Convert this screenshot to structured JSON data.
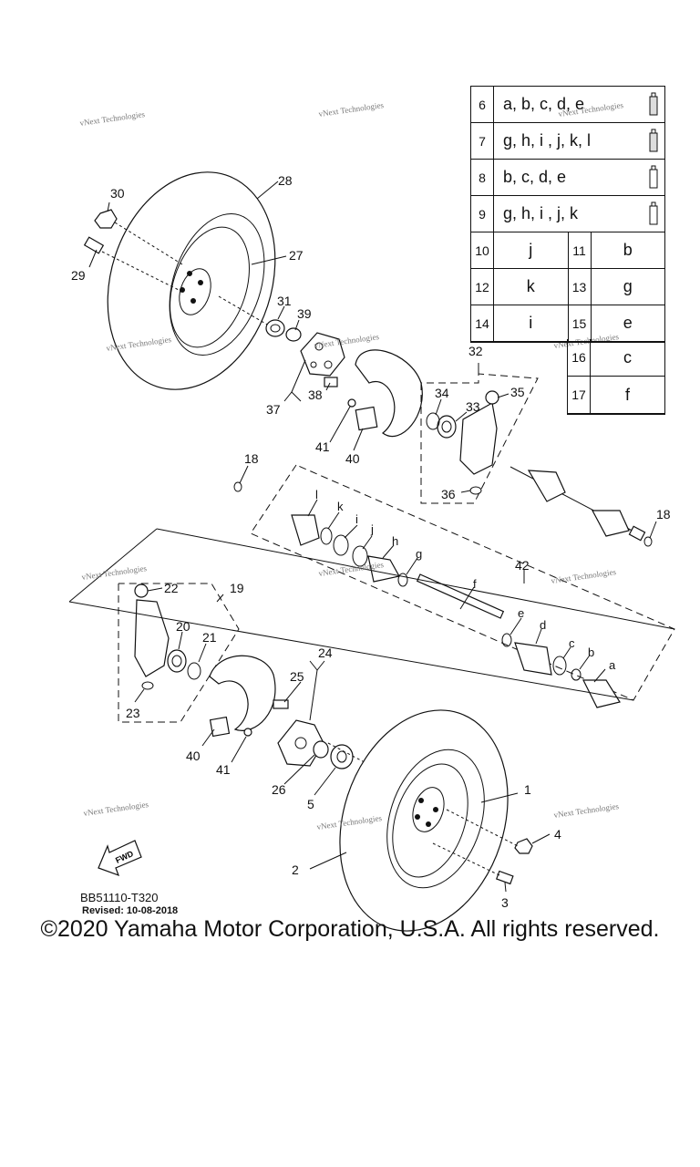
{
  "legend": {
    "rows": [
      {
        "num": "6",
        "parts": "a, b, c, d, e",
        "icon": "grease-tube-icon"
      },
      {
        "num": "7",
        "parts": "g, h, i , j, k, l",
        "icon": "grease-tube-icon"
      },
      {
        "num": "8",
        "parts": "b, c, d, e",
        "icon": "grease-tube-icon"
      },
      {
        "num": "9",
        "parts": "g, h, i , j, k",
        "icon": "grease-tube-icon"
      }
    ],
    "pairs": [
      [
        {
          "num": "10",
          "parts": "j"
        },
        {
          "num": "11",
          "parts": "b"
        }
      ],
      [
        {
          "num": "12",
          "parts": "k"
        },
        {
          "num": "13",
          "parts": "g"
        }
      ],
      [
        {
          "num": "14",
          "parts": "i"
        },
        {
          "num": "15",
          "parts": "e"
        }
      ]
    ],
    "single": [
      {
        "num": "16",
        "parts": "c"
      },
      {
        "num": "17",
        "parts": "f"
      }
    ]
  },
  "callouts": {
    "c1": "1",
    "c2": "2",
    "c3": "3",
    "c4": "4",
    "c5": "5",
    "c18a": "18",
    "c18b": "18",
    "c19": "19",
    "c20": "20",
    "c21": "21",
    "c22": "22",
    "c23": "23",
    "c24": "24",
    "c25": "25",
    "c26": "26",
    "c27": "27",
    "c28": "28",
    "c29": "29",
    "c30": "30",
    "c31": "31",
    "c32": "32",
    "c33": "33",
    "c34": "34",
    "c35": "35",
    "c36": "36",
    "c37": "37",
    "c38": "38",
    "c39": "39",
    "c40a": "40",
    "c40b": "40",
    "c41a": "41",
    "c41b": "41",
    "c42": "42"
  },
  "letters": {
    "a": "a",
    "b": "b",
    "c": "c",
    "d": "d",
    "e": "e",
    "f": "f",
    "g": "g",
    "h": "h",
    "i": "i",
    "j": "j",
    "k": "k",
    "l": "l"
  },
  "fwd_label": "FWD",
  "watermark": "vNext Technologies",
  "catalog_number": "BB51110-T320",
  "revised": "Revised: 10-08-2018",
  "copyright": "©2020 Yamaha Motor Corporation, U.S.A. All rights reserved."
}
